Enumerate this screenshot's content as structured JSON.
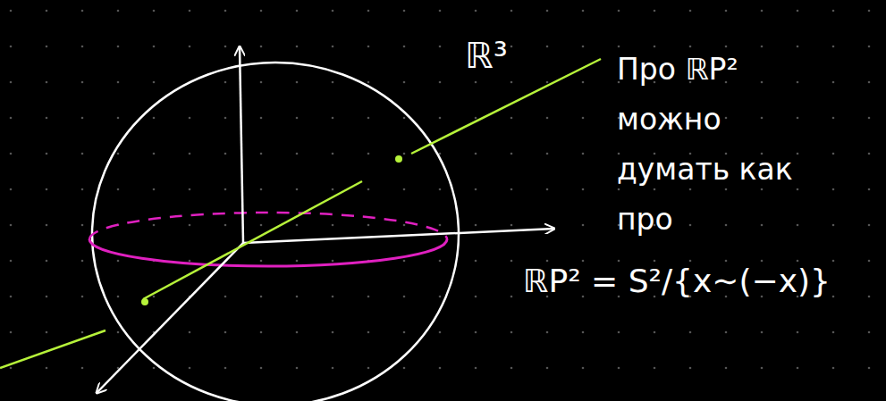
{
  "diagram": {
    "labels": [
      "ℝ³",
      "Про ℝP² можно думать как про",
      "ℝP² = S²/{x∼(−x)}"
    ]
  }
}
